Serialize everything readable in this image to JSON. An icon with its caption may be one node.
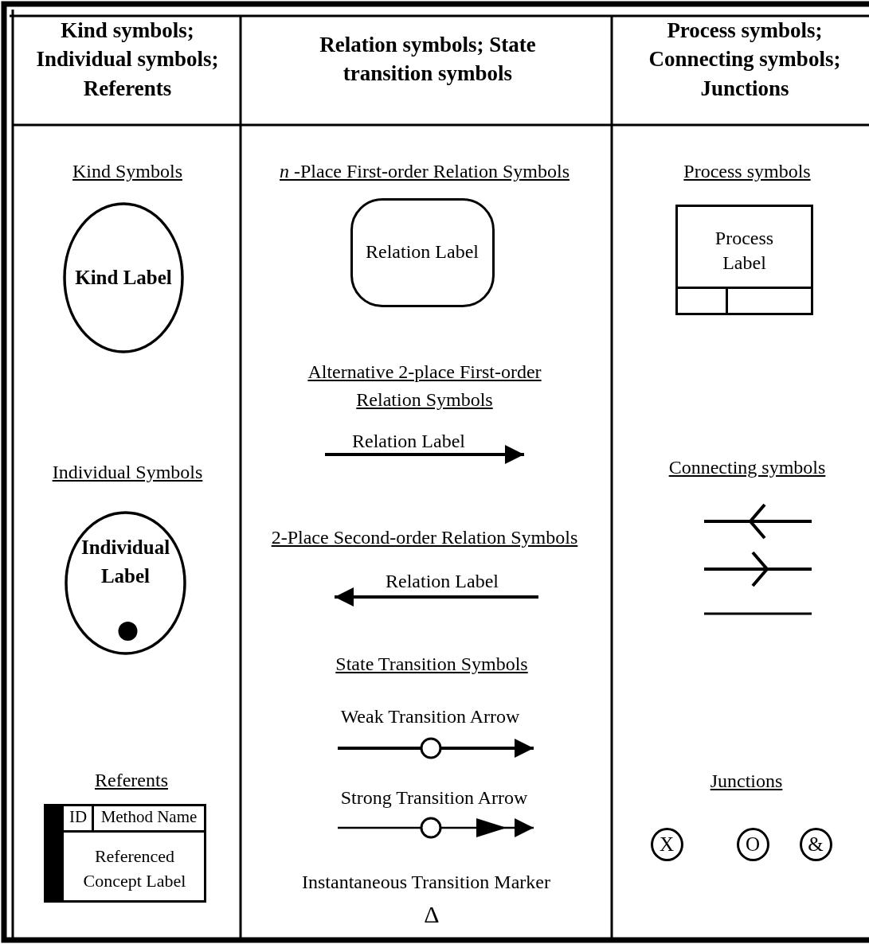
{
  "diagram": {
    "nodes": [
      {
        "text": [
          "Kind Label"
        ]
      },
      {
        "text": [
          "Individual Label"
        ]
      },
      {
        "text": [
          "ID",
          "Method Name",
          "Referenced Concept Label"
        ]
      },
      {
        "text": [
          "Relation Label"
        ]
      },
      {
        "text": [
          "Process Label"
        ]
      },
      {
        "text": [
          "X"
        ]
      },
      {
        "text": [
          "O"
        ]
      },
      {
        "text": [
          "&"
        ]
      }
    ],
    "edges": [],
    "labels": [
      "Kind symbols; Individual symbols; Referents",
      "Relation symbols; State transition symbols",
      "Process symbols; Connecting symbols; Junctions",
      "Kind Symbols",
      "Individual Symbols",
      "Referents",
      "*n* -Place First-order Relation Symbols",
      "Alternative 2-place First-order Relation Symbols",
      "Relation Label",
      "2-Place Second-order Relation Symbols",
      "Relation Label",
      "State Transition Symbols",
      "Weak Transition Arrow",
      "Strong Transition Arrow",
      "Instantaneous Transition Marker",
      "Δ",
      "Process symbols",
      "Connecting symbols",
      "Junctions"
    ]
  }
}
